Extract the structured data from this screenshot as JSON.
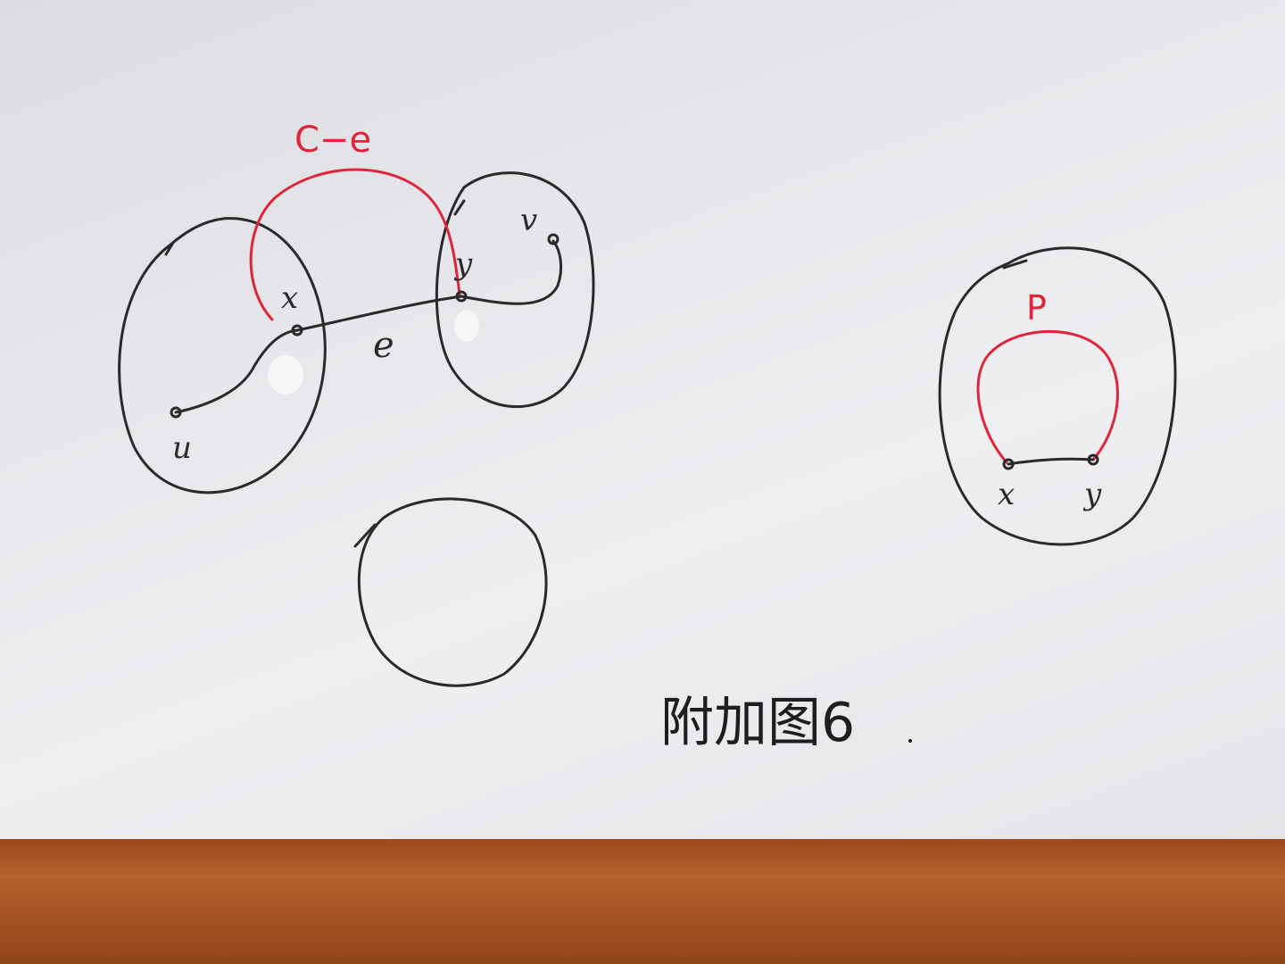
{
  "labels": {
    "cycle_edge_label": "C−e",
    "edge_label": "e",
    "vertex_u": "u",
    "vertex_v": "v",
    "vertex_x_left": "x",
    "vertex_y_left": "y",
    "path_label": "P",
    "vertex_x_right": "x",
    "vertex_y_right": "y"
  },
  "caption": "附加图6",
  "colors": {
    "ink": "#2a2a2a",
    "highlight": "#e0243a",
    "paper": "#e8e9eb",
    "table": "#a65525"
  }
}
